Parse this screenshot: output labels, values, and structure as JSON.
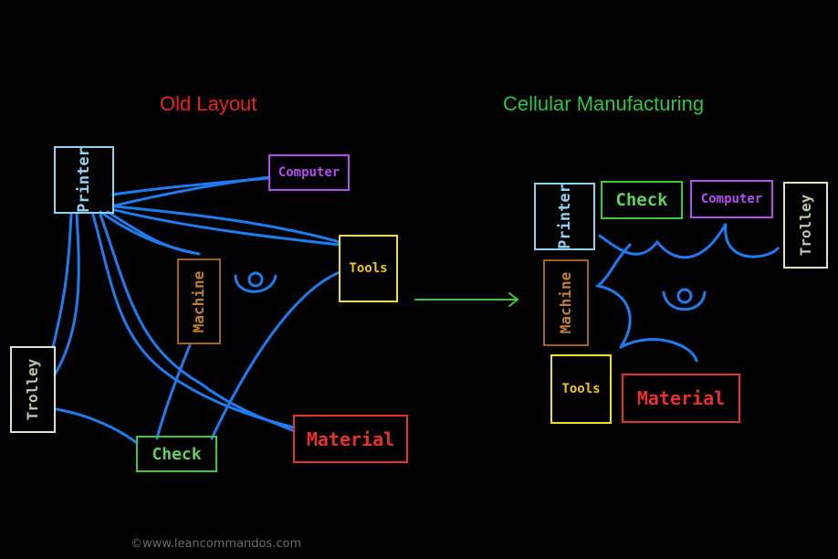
{
  "old_layout": {
    "title": "Old Layout",
    "title_color": "#e8231e",
    "stations": {
      "printer": {
        "label": "Printer",
        "color": "#8fd3f0"
      },
      "computer": {
        "label": "Computer",
        "color": "#b44df0"
      },
      "tools": {
        "label": "Tools",
        "color": "#f2e020"
      },
      "machine": {
        "label": "Machine",
        "color": "#a0621e"
      },
      "trolley": {
        "label": "Trolley",
        "color": "#d8e8c0"
      },
      "check": {
        "label": "Check",
        "color": "#3ec83e"
      },
      "material": {
        "label": "Material",
        "color": "#e8302e"
      }
    }
  },
  "cellular": {
    "title": "Cellular Manufacturing",
    "title_color": "#2ec44a",
    "stations": {
      "printer": {
        "label": "Printer",
        "color": "#8fd3f0"
      },
      "check": {
        "label": "Check",
        "color": "#3ec83e"
      },
      "computer": {
        "label": "Computer",
        "color": "#b44df0"
      },
      "trolley": {
        "label": "Trolley",
        "color": "#d8e8c0"
      },
      "machine": {
        "label": "Machine",
        "color": "#a0621e"
      },
      "tools": {
        "label": "Tools",
        "color": "#f2e020"
      },
      "material": {
        "label": "Material",
        "color": "#e8302e"
      }
    }
  },
  "flow_color": "#1e7cf0",
  "arrow_color": "#3ec83e",
  "footer": "©www.leancommandos.com"
}
